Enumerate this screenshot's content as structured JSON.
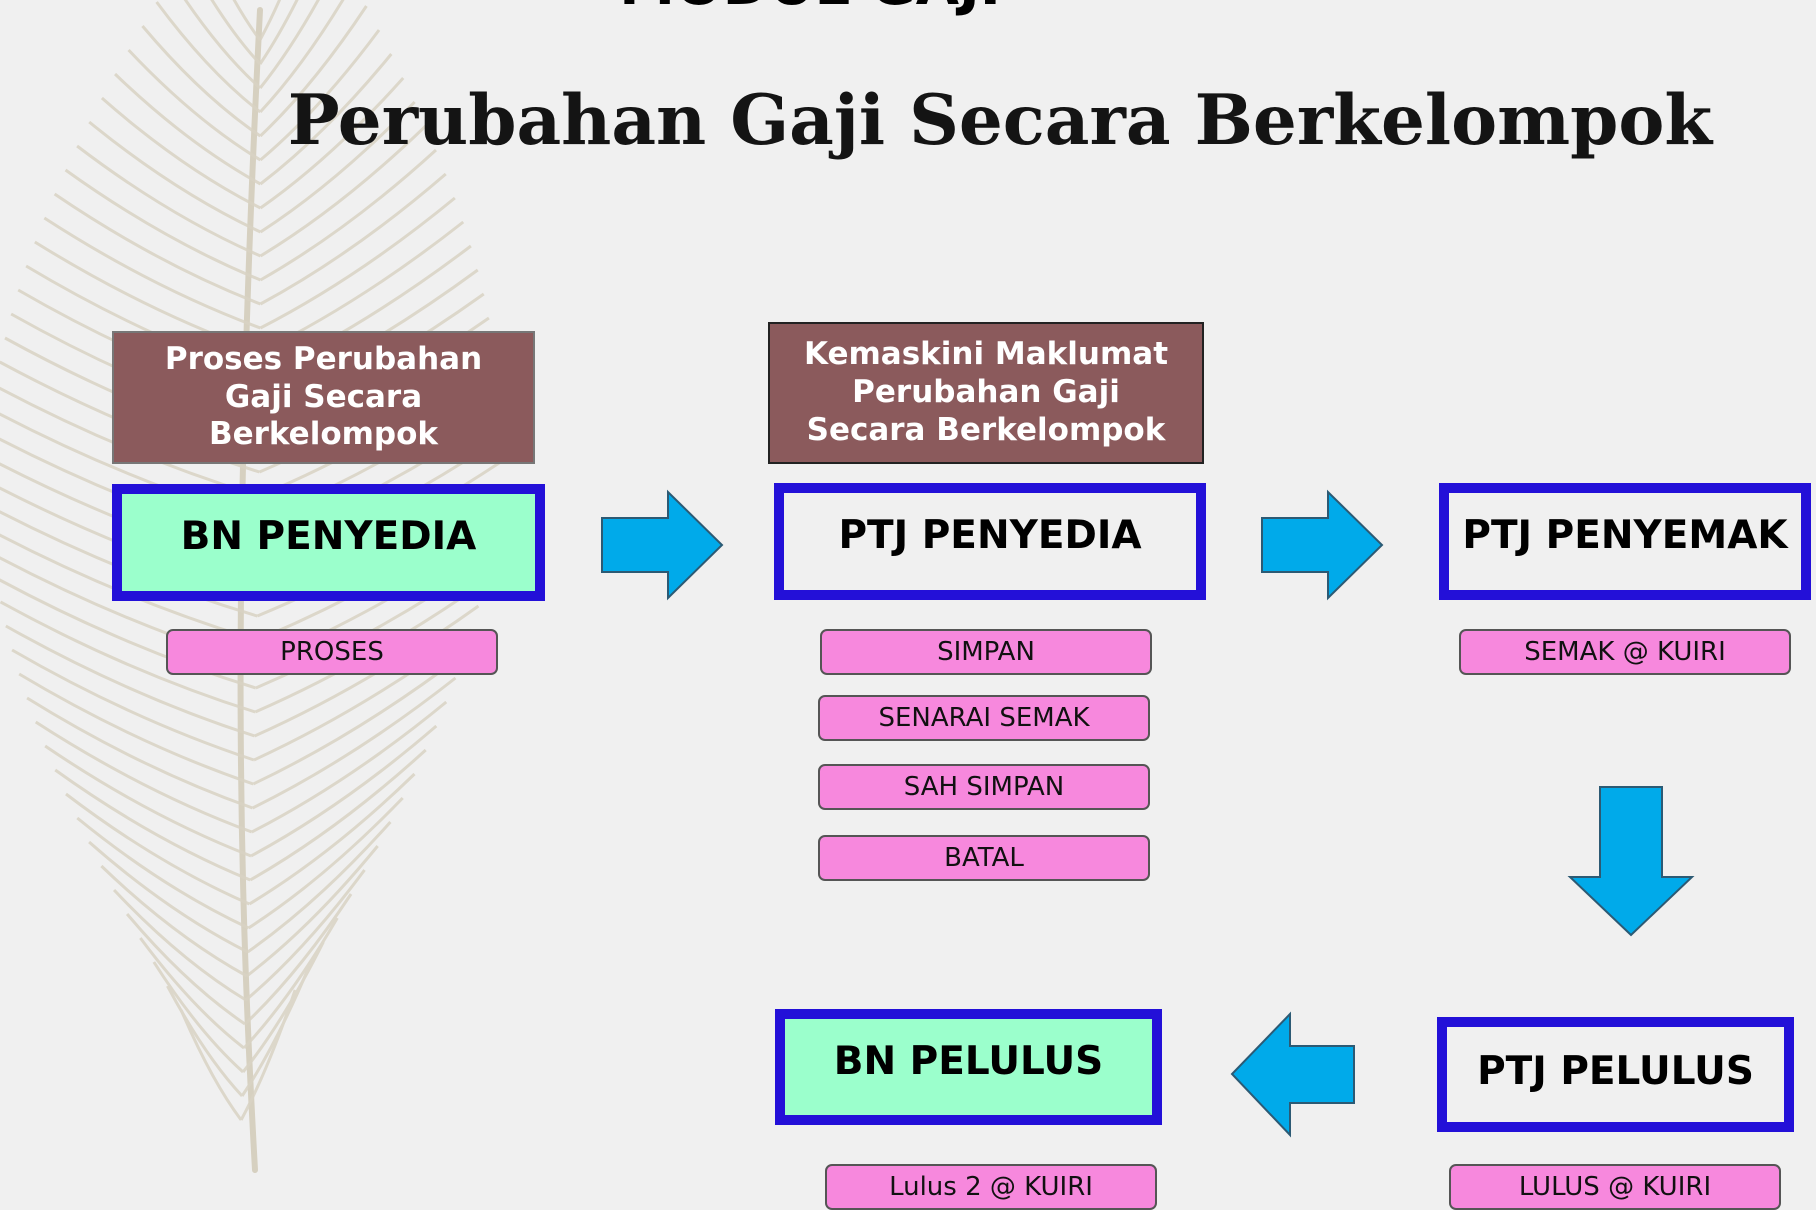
{
  "module_title": "MODUL GAJI",
  "page_title": "Perubahan Gaji Secara Berkelompok",
  "headers": {
    "left": "Proses Perubahan Gaji Secara Berkelompok",
    "middle": "Kemaskini Maklumat Perubahan Gaji Secara Berkelompok"
  },
  "roles": {
    "bn_penyedia": "BN PENYEDIA",
    "ptj_penyedia": "PTJ PENYEDIA",
    "ptj_penyemak": "PTJ PENYEMAK",
    "ptj_pelulus": "PTJ PELULUS",
    "bn_pelulus": "BN PELULUS"
  },
  "actions": {
    "bn_penyedia": [
      "PROSES"
    ],
    "ptj_penyedia": [
      "SIMPAN",
      "SENARAI SEMAK",
      "SAH SIMPAN",
      "BATAL"
    ],
    "ptj_penyemak": [
      "SEMAK @ KUIRI"
    ],
    "ptj_pelulus": [
      "LULUS @ KUIRI"
    ],
    "bn_pelulus": [
      "Lulus 2 @ KUIRI"
    ]
  },
  "colors": {
    "header_bg": "#8b5a5c",
    "role_border": "#2310d8",
    "role_green": "#9bffcc",
    "action_pink": "#f788dd",
    "arrow": "#00aaea"
  },
  "arrows": [
    {
      "name": "arrow-bn-penyedia-to-ptj-penyedia",
      "direction": "right"
    },
    {
      "name": "arrow-ptj-penyedia-to-ptj-penyemak",
      "direction": "right"
    },
    {
      "name": "arrow-ptj-penyemak-to-ptj-pelulus",
      "direction": "down"
    },
    {
      "name": "arrow-ptj-pelulus-to-bn-pelulus",
      "direction": "left"
    }
  ]
}
